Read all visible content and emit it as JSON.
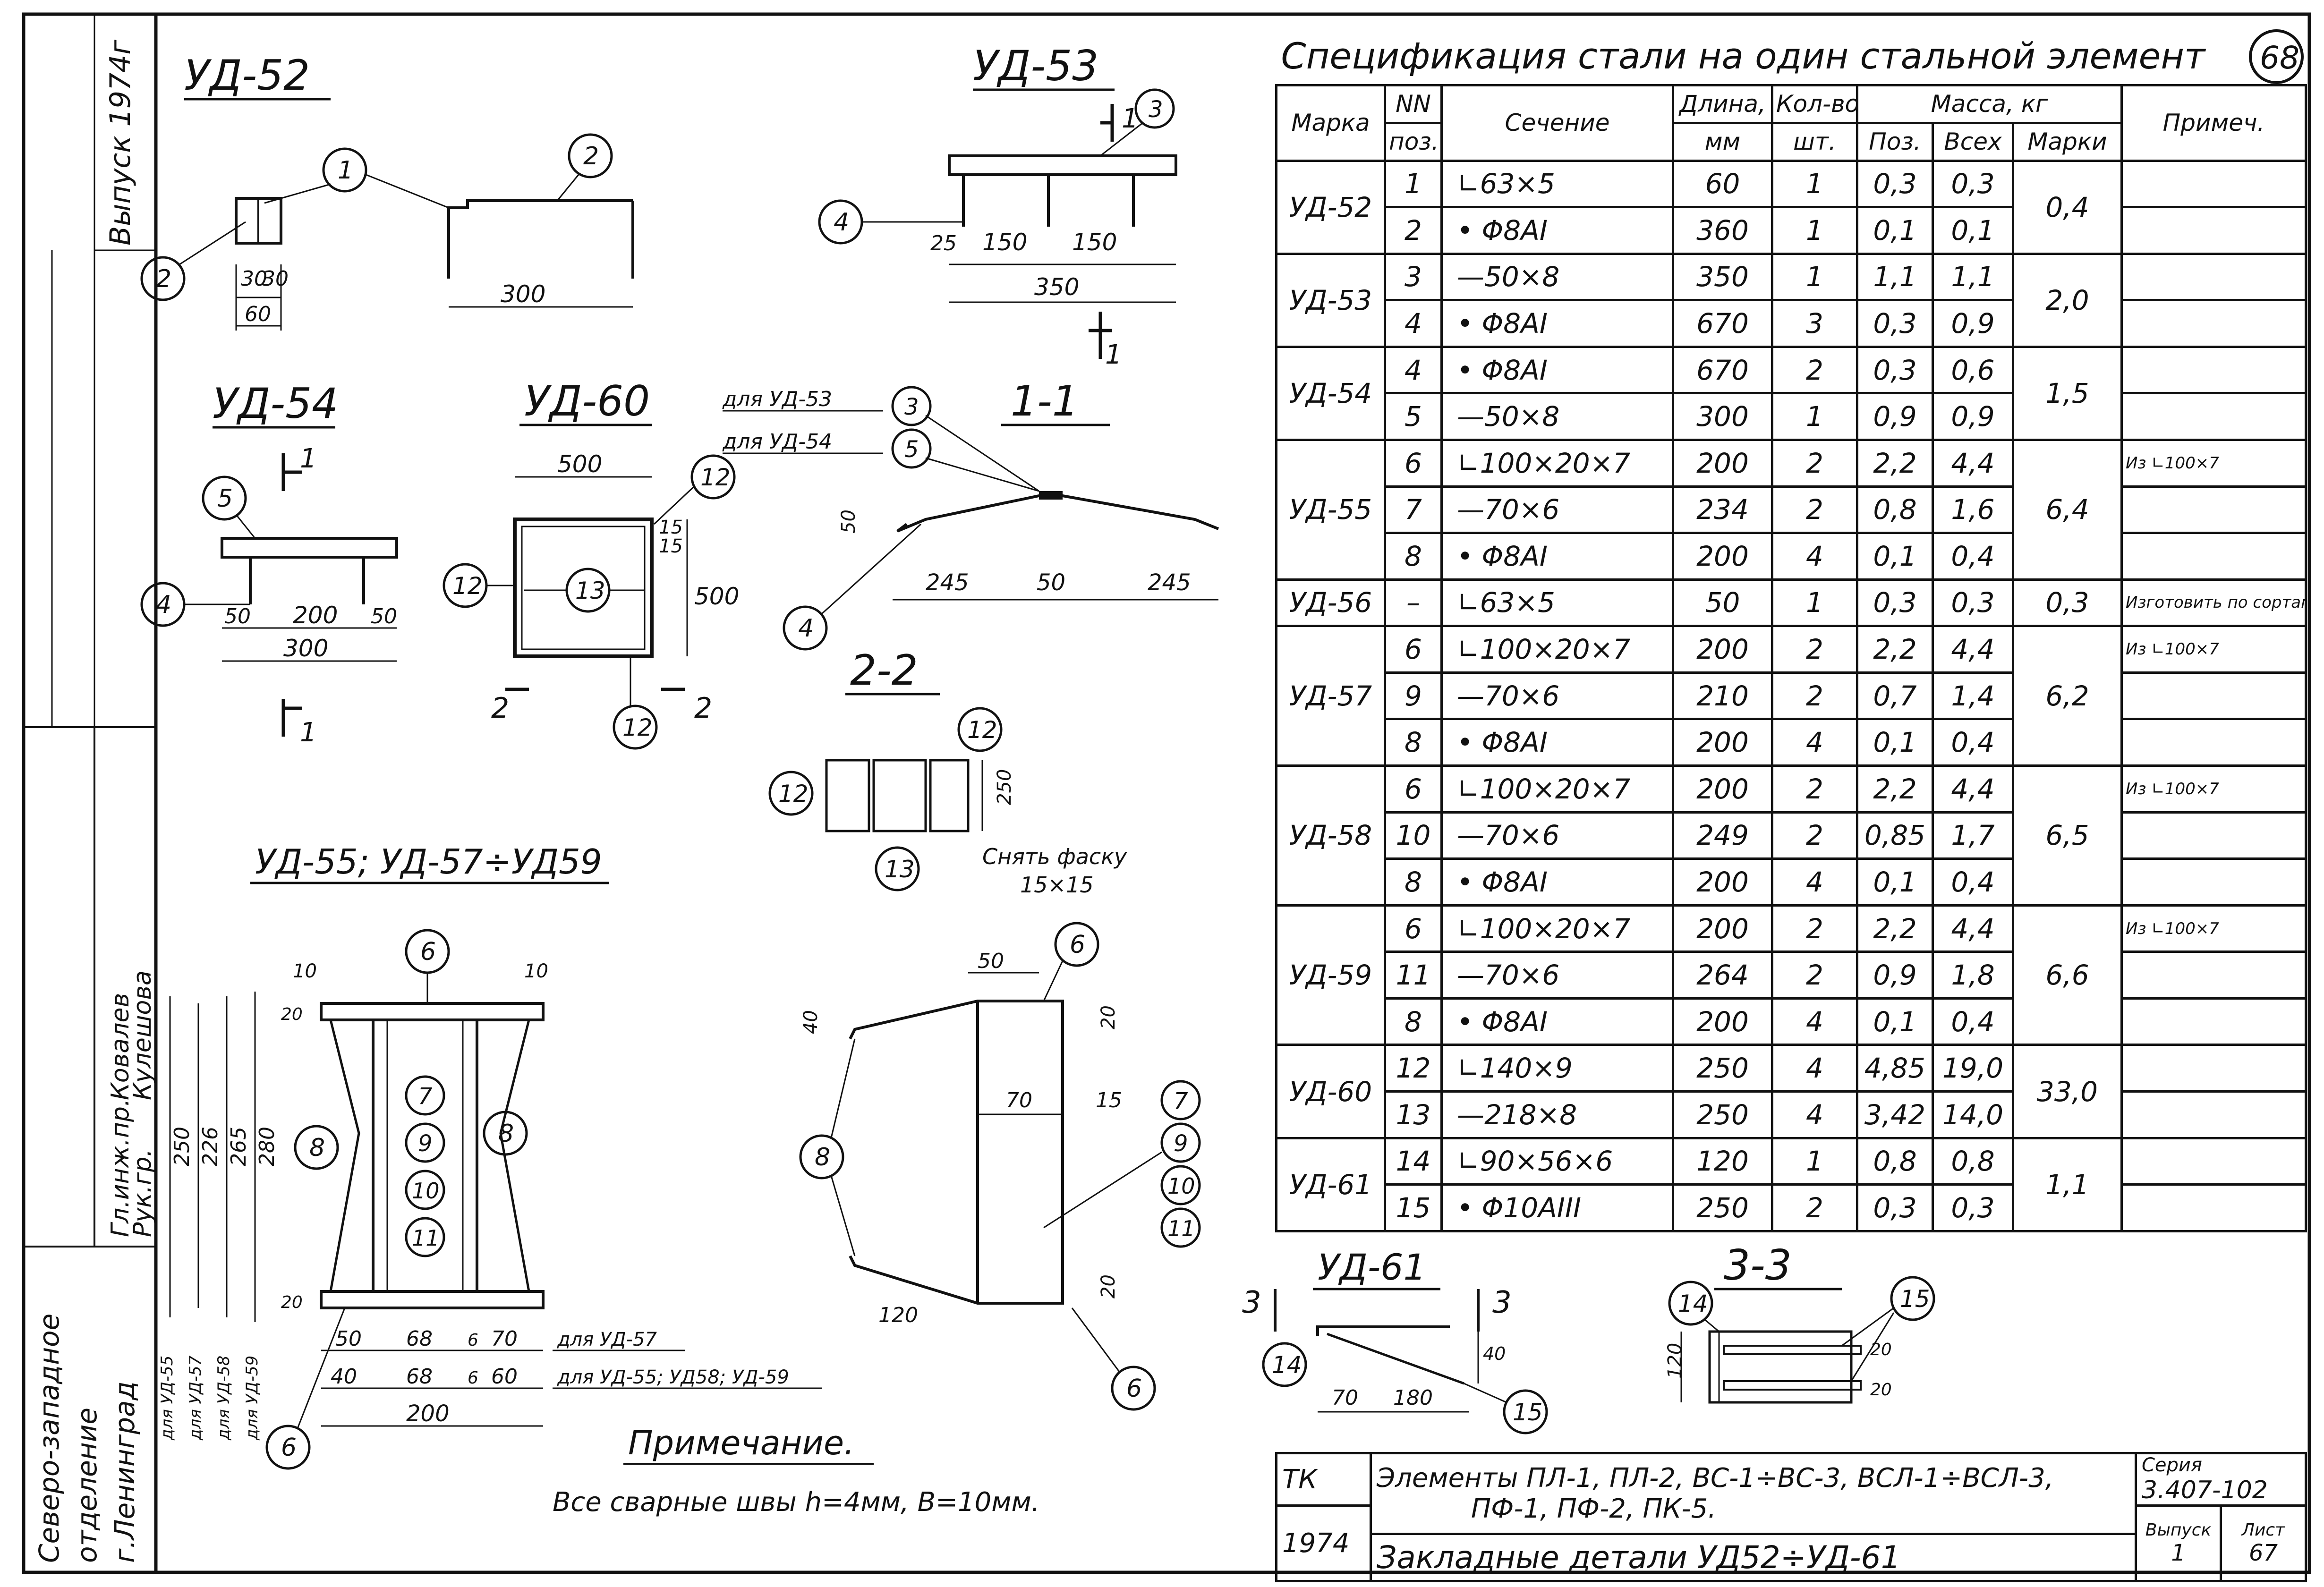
{
  "sheet_number": "68",
  "sidebar": {
    "issue": "Выпуск 1974г",
    "roles": [
      "Гл.инж.пр.",
      "Рук.гр."
    ],
    "names": [
      "Ковалев",
      "Кулешова"
    ],
    "org": [
      "Северо-западное",
      "отделение",
      "г.Ленинград"
    ]
  },
  "drawings": {
    "ud52": {
      "title": "УД-52",
      "dims": [
        "300",
        "30",
        "30",
        "60"
      ],
      "callouts": [
        "1",
        "2",
        "2"
      ]
    },
    "ud53": {
      "title": "УД-53",
      "dims": [
        "25",
        "150",
        "150",
        "350"
      ],
      "callouts": [
        "4",
        "3"
      ],
      "section": "1"
    },
    "ud54": {
      "title": "УД-54",
      "dims": [
        "50",
        "200",
        "50",
        "300"
      ],
      "callouts": [
        "5",
        "4"
      ],
      "section": "1"
    },
    "ud60": {
      "title": "УД-60",
      "dims": [
        "500",
        "15",
        "15",
        "500"
      ],
      "callouts": [
        "12",
        "12",
        "13",
        "12"
      ],
      "section": "2"
    },
    "s11": {
      "title": "1-1",
      "for53": "для УД-53",
      "for54": "для УД-54",
      "dims": [
        "245",
        "50",
        "245",
        "50"
      ],
      "callouts": [
        "3",
        "5",
        "4"
      ]
    },
    "s22": {
      "title": "2-2",
      "dims": [
        "250"
      ],
      "callouts": [
        "12",
        "12",
        "13"
      ],
      "chamfer1": "Снять фаску",
      "chamfer2": "15×15"
    },
    "ud55": {
      "title": "УД-55; УД-57÷УД59",
      "dims_top": [
        "10",
        "10",
        "20",
        "20"
      ],
      "heights": [
        "250",
        "226",
        "265",
        "280"
      ],
      "row1": [
        "50",
        "68",
        "6",
        "70"
      ],
      "row1_label": "для УД-57",
      "row2": [
        "40",
        "68",
        "6",
        "60"
      ],
      "row2_label": "для УД-55; УД58; УД-59",
      "total": "200",
      "vlabels": [
        "для УД-55",
        "для УД-57",
        "для УД-58",
        "для УД-59"
      ],
      "callouts": [
        "6",
        "8",
        "8",
        "7",
        "9",
        "10",
        "11",
        "6"
      ]
    },
    "side": {
      "dims": [
        "50",
        "40",
        "20",
        "70",
        "15",
        "20",
        "120"
      ],
      "callouts": [
        "6",
        "8",
        "7",
        "9",
        "10",
        "11",
        "6"
      ]
    },
    "ud61": {
      "title": "УД-61",
      "section": "3",
      "dims": [
        "70",
        "180",
        "40"
      ],
      "callouts": [
        "14",
        "15"
      ]
    },
    "s33": {
      "title": "3-3",
      "dims": [
        "120",
        "20",
        "20"
      ],
      "callouts": [
        "14",
        "15"
      ]
    },
    "note": {
      "title": "Примечание.",
      "text": "Все сварные швы h=4мм, B=10мм."
    }
  },
  "spec": {
    "title": "Спецификация стали на один стальной элемент",
    "headers": {
      "mark": "Марка",
      "nn": "NN",
      "pos": "поз.",
      "section": "Сечение",
      "length1": "Длина,",
      "length2": "мм",
      "qty1": "Кол-во",
      "qty2": "шт.",
      "mass": "Масса, кг",
      "mass_pos": "Поз.",
      "mass_all": "Всех",
      "mass_mark": "Марки",
      "note": "Примеч."
    },
    "groups": [
      {
        "mark": "УД-52",
        "mass_mark": "0,4",
        "rows": [
          {
            "pos": "1",
            "section": "∟63×5",
            "length": "60",
            "qty": "1",
            "m_pos": "0,3",
            "m_all": "0,3",
            "note": ""
          },
          {
            "pos": "2",
            "section": "• Φ8AI",
            "length": "360",
            "qty": "1",
            "m_pos": "0,1",
            "m_all": "0,1",
            "note": ""
          }
        ]
      },
      {
        "mark": "УД-53",
        "mass_mark": "2,0",
        "rows": [
          {
            "pos": "3",
            "section": "—50×8",
            "length": "350",
            "qty": "1",
            "m_pos": "1,1",
            "m_all": "1,1",
            "note": ""
          },
          {
            "pos": "4",
            "section": "• Φ8AI",
            "length": "670",
            "qty": "3",
            "m_pos": "0,3",
            "m_all": "0,9",
            "note": ""
          }
        ]
      },
      {
        "mark": "УД-54",
        "mass_mark": "1,5",
        "rows": [
          {
            "pos": "4",
            "section": "• Φ8AI",
            "length": "670",
            "qty": "2",
            "m_pos": "0,3",
            "m_all": "0,6",
            "note": ""
          },
          {
            "pos": "5",
            "section": "—50×8",
            "length": "300",
            "qty": "1",
            "m_pos": "0,9",
            "m_all": "0,9",
            "note": ""
          }
        ]
      },
      {
        "mark": "УД-55",
        "mass_mark": "6,4",
        "rows": [
          {
            "pos": "6",
            "section": "∟100×20×7",
            "length": "200",
            "qty": "2",
            "m_pos": "2,2",
            "m_all": "4,4",
            "note": "Из ∟100×7"
          },
          {
            "pos": "7",
            "section": "—70×6",
            "length": "234",
            "qty": "2",
            "m_pos": "0,8",
            "m_all": "1,6",
            "note": ""
          },
          {
            "pos": "8",
            "section": "• Φ8AI",
            "length": "200",
            "qty": "4",
            "m_pos": "0,1",
            "m_all": "0,4",
            "note": ""
          }
        ]
      },
      {
        "mark": "УД-56",
        "mass_mark": "0,3",
        "rows": [
          {
            "pos": "–",
            "section": "∟63×5",
            "length": "50",
            "qty": "1",
            "m_pos": "0,3",
            "m_all": "0,3",
            "note": "Изготовить по сортаменту"
          }
        ]
      },
      {
        "mark": "УД-57",
        "mass_mark": "6,2",
        "rows": [
          {
            "pos": "6",
            "section": "∟100×20×7",
            "length": "200",
            "qty": "2",
            "m_pos": "2,2",
            "m_all": "4,4",
            "note": "Из ∟100×7"
          },
          {
            "pos": "9",
            "section": "—70×6",
            "length": "210",
            "qty": "2",
            "m_pos": "0,7",
            "m_all": "1,4",
            "note": ""
          },
          {
            "pos": "8",
            "section": "• Φ8AI",
            "length": "200",
            "qty": "4",
            "m_pos": "0,1",
            "m_all": "0,4",
            "note": ""
          }
        ]
      },
      {
        "mark": "УД-58",
        "mass_mark": "6,5",
        "rows": [
          {
            "pos": "6",
            "section": "∟100×20×7",
            "length": "200",
            "qty": "2",
            "m_pos": "2,2",
            "m_all": "4,4",
            "note": "Из ∟100×7"
          },
          {
            "pos": "10",
            "section": "—70×6",
            "length": "249",
            "qty": "2",
            "m_pos": "0,85",
            "m_all": "1,7",
            "note": ""
          },
          {
            "pos": "8",
            "section": "• Φ8AI",
            "length": "200",
            "qty": "4",
            "m_pos": "0,1",
            "m_all": "0,4",
            "note": ""
          }
        ]
      },
      {
        "mark": "УД-59",
        "mass_mark": "6,6",
        "rows": [
          {
            "pos": "6",
            "section": "∟100×20×7",
            "length": "200",
            "qty": "2",
            "m_pos": "2,2",
            "m_all": "4,4",
            "note": "Из ∟100×7"
          },
          {
            "pos": "11",
            "section": "—70×6",
            "length": "264",
            "qty": "2",
            "m_pos": "0,9",
            "m_all": "1,8",
            "note": ""
          },
          {
            "pos": "8",
            "section": "• Φ8AI",
            "length": "200",
            "qty": "4",
            "m_pos": "0,1",
            "m_all": "0,4",
            "note": ""
          }
        ]
      },
      {
        "mark": "УД-60",
        "mass_mark": "33,0",
        "rows": [
          {
            "pos": "12",
            "section": "∟140×9",
            "length": "250",
            "qty": "4",
            "m_pos": "4,85",
            "m_all": "19,0",
            "note": ""
          },
          {
            "pos": "13",
            "section": "—218×8",
            "length": "250",
            "qty": "4",
            "m_pos": "3,42",
            "m_all": "14,0",
            "note": ""
          }
        ]
      },
      {
        "mark": "УД-61",
        "mass_mark": "1,1",
        "rows": [
          {
            "pos": "14",
            "section": "∟90×56×6",
            "length": "120",
            "qty": "1",
            "m_pos": "0,8",
            "m_all": "0,8",
            "note": ""
          },
          {
            "pos": "15",
            "section": "• Φ10AIII",
            "length": "250",
            "qty": "2",
            "m_pos": "0,3",
            "m_all": "0,3",
            "note": ""
          }
        ]
      }
    ]
  },
  "stamp": {
    "code": "ТК",
    "year": "1974",
    "line1": "Элементы ПЛ-1, ПЛ-2, ВС-1÷ВС-3, ВСЛ-1÷ВСЛ-3,",
    "line2": "ПФ-1, ПФ-2, ПК-5.",
    "line3": "Закладные детали УД52÷УД-61",
    "series_label": "Серия",
    "series": "3.407-102",
    "issue_label": "Выпуск",
    "issue": "1",
    "sheet_label": "Лист",
    "sheet": "67"
  }
}
